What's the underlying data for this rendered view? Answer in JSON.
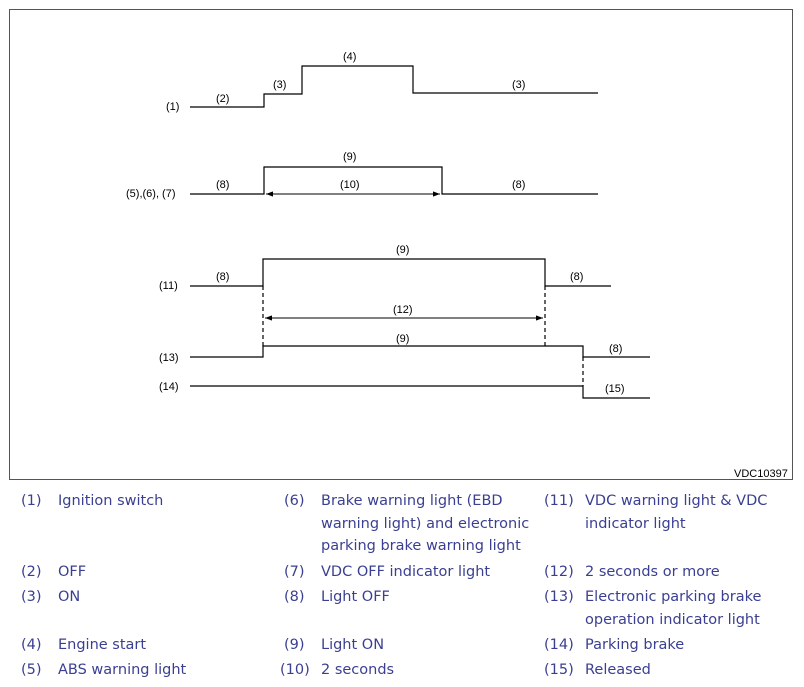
{
  "diagram": {
    "id_code": "VDC10397",
    "row1": {
      "row_label": "(1)",
      "off_label": "(2)",
      "on_label_left": "(3)",
      "start_label": "(4)",
      "on_label_right": "(3)"
    },
    "row2": {
      "row_label": "(5),(6), (7)",
      "off_left": "(8)",
      "on_label": "(9)",
      "duration_label": "(10)",
      "off_right": "(8)"
    },
    "row3": {
      "row_label": "(11)",
      "off_left": "(8)",
      "on_label": "(9)",
      "off_right": "(8)",
      "duration_label": "(12)"
    },
    "row4": {
      "row_label": "(13)",
      "on_label": "(9)",
      "off_right": "(8)"
    },
    "row5": {
      "row_label": "(14)",
      "released_label": "(15)"
    }
  },
  "legend": [
    {
      "num": "(1)",
      "text": "Ignition switch"
    },
    {
      "num": "(2)",
      "text": "OFF"
    },
    {
      "num": "(3)",
      "text": "ON"
    },
    {
      "num": "(4)",
      "text": "Engine start"
    },
    {
      "num": "(5)",
      "text": "ABS warning light"
    },
    {
      "num": "(6)",
      "text": "Brake warning light (EBD warning light) and electronic parking brake warning light"
    },
    {
      "num": "(7)",
      "text": "VDC OFF indicator light"
    },
    {
      "num": "(8)",
      "text": "Light OFF"
    },
    {
      "num": "(9)",
      "text": "Light ON"
    },
    {
      "num": "(10)",
      "text": "2 seconds"
    },
    {
      "num": "(11)",
      "text": "VDC warning light & VDC indicator light"
    },
    {
      "num": "(12)",
      "text": "2 seconds or more"
    },
    {
      "num": "(13)",
      "text": "Electronic parking brake operation indicator light"
    },
    {
      "num": "(14)",
      "text": "Parking brake"
    },
    {
      "num": "(15)",
      "text": "Released"
    }
  ]
}
